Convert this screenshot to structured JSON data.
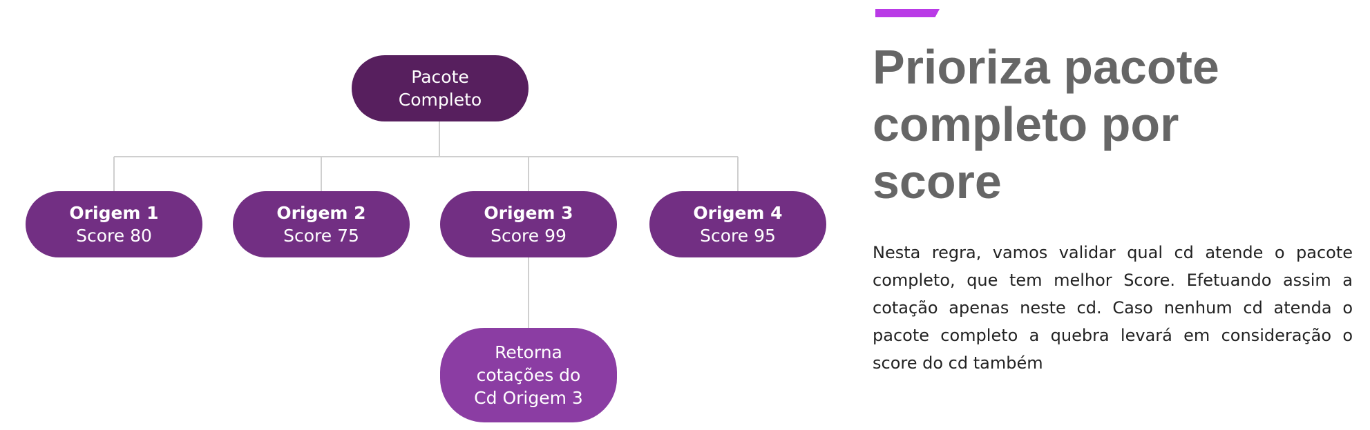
{
  "colors": {
    "root": "#571f5e",
    "origin": "#722f83",
    "result": "#8b3da3",
    "accent": "#b93ae6"
  },
  "diagram": {
    "root": {
      "lines": [
        "Pacote",
        "Completo"
      ]
    },
    "origins": [
      {
        "name": "Origem 1",
        "score": "Score 80"
      },
      {
        "name": "Origem 2",
        "score": "Score 75"
      },
      {
        "name": "Origem 3",
        "score": "Score 99"
      },
      {
        "name": "Origem 4",
        "score": "Score 95"
      }
    ],
    "result": {
      "lines": [
        "Retorna",
        "cotações do",
        "Cd Origem 3"
      ]
    }
  },
  "title": {
    "lines": [
      "Prioriza pacote",
      "completo por",
      "score"
    ]
  },
  "description": {
    "lines": [
      "Nesta regra, vamos validar qual cd atende o pacote",
      "completo, que tem melhor Score. Efetuando assim a",
      "cotação apenas neste cd. Caso nenhum cd atenda o",
      "pacote completo a quebra levará em consideração o",
      "score do cd também"
    ]
  }
}
